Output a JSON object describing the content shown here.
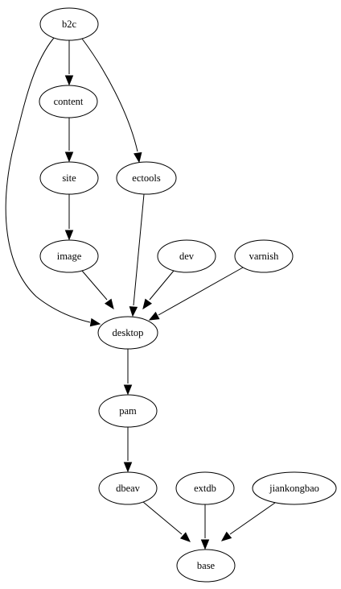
{
  "graph": {
    "nodes": [
      {
        "id": "b2c",
        "label": "b2c"
      },
      {
        "id": "content",
        "label": "content"
      },
      {
        "id": "site",
        "label": "site"
      },
      {
        "id": "ectools",
        "label": "ectools"
      },
      {
        "id": "image",
        "label": "image"
      },
      {
        "id": "dev",
        "label": "dev"
      },
      {
        "id": "varnish",
        "label": "varnish"
      },
      {
        "id": "desktop",
        "label": "desktop"
      },
      {
        "id": "pam",
        "label": "pam"
      },
      {
        "id": "dbeav",
        "label": "dbeav"
      },
      {
        "id": "extdb",
        "label": "extdb"
      },
      {
        "id": "jiankongbao",
        "label": "jiankongbao"
      },
      {
        "id": "base",
        "label": "base"
      }
    ],
    "edges": [
      {
        "from": "b2c",
        "to": "content"
      },
      {
        "from": "b2c",
        "to": "desktop"
      },
      {
        "from": "b2c",
        "to": "ectools"
      },
      {
        "from": "content",
        "to": "site"
      },
      {
        "from": "site",
        "to": "image"
      },
      {
        "from": "image",
        "to": "desktop"
      },
      {
        "from": "ectools",
        "to": "desktop"
      },
      {
        "from": "dev",
        "to": "desktop"
      },
      {
        "from": "varnish",
        "to": "desktop"
      },
      {
        "from": "desktop",
        "to": "pam"
      },
      {
        "from": "pam",
        "to": "dbeav"
      },
      {
        "from": "dbeav",
        "to": "base"
      },
      {
        "from": "extdb",
        "to": "base"
      },
      {
        "from": "jiankongbao",
        "to": "base"
      }
    ],
    "colors": {
      "stroke": "#000000",
      "fill": "#ffffff",
      "background": "#ffffff"
    }
  }
}
